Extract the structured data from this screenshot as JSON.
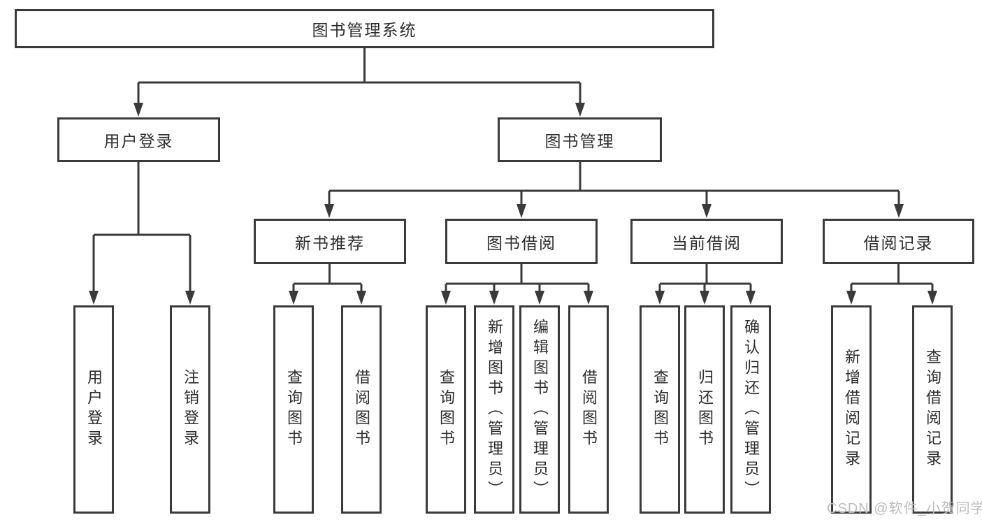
{
  "tree": {
    "root": {
      "label": "图书管理系统"
    },
    "branches": [
      {
        "label": "用户登录",
        "children": [
          {
            "label": "用户登录"
          },
          {
            "label": "注销登录"
          }
        ]
      },
      {
        "label": "图书管理",
        "groups": [
          {
            "label": "新书推荐",
            "children": [
              {
                "label": "查询图书"
              },
              {
                "label": "借阅图书"
              }
            ]
          },
          {
            "label": "图书借阅",
            "children": [
              {
                "label": "查询图书"
              },
              {
                "label": "新增图书（管理员）"
              },
              {
                "label": "编辑图书（管理员）"
              },
              {
                "label": "借阅图书"
              }
            ]
          },
          {
            "label": "当前借阅",
            "children": [
              {
                "label": "查询图书"
              },
              {
                "label": "归还图书"
              },
              {
                "label": "确认归还（管理员）"
              }
            ]
          },
          {
            "label": "借阅记录",
            "children": [
              {
                "label": "新增借阅记录"
              },
              {
                "label": "查询借阅记录"
              }
            ]
          }
        ]
      }
    ]
  },
  "watermark": "CSDN @软件_小贺同学",
  "colors": {
    "line": "#3a3a3a",
    "text": "#2d2d2d",
    "watermark": "#bcbcbc",
    "background": "#ffffff"
  }
}
